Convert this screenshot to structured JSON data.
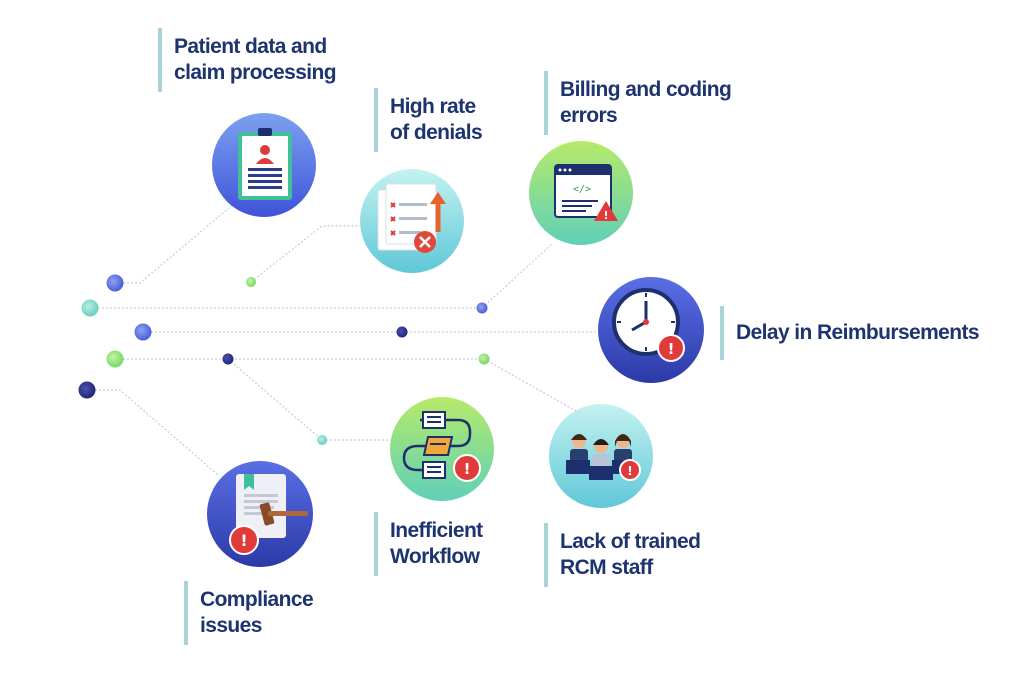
{
  "diagram": {
    "colors": {
      "primary_text": "#1e3470",
      "accent_bar": "#a8d4d8",
      "icon_blue_gradient": [
        "#3f53d8",
        "#7da0f0"
      ],
      "icon_green_gradient": [
        "#a8e063",
        "#5fd0b8"
      ],
      "dot_blue": "#5b72e0",
      "dot_green": "#8fe07a",
      "dot_navy": "#2a2f8f",
      "dot_teal": "#7fd6c8",
      "alert_red": "#e03a3a"
    },
    "items": [
      {
        "key": "patient",
        "icon": "patient-id-card-icon",
        "lines": [
          "Patient data and",
          "claim processing"
        ]
      },
      {
        "key": "denials",
        "icon": "denied-claim-document-icon",
        "lines": [
          "High rate",
          "of denials"
        ]
      },
      {
        "key": "billing",
        "icon": "code-window-warning-icon",
        "lines": [
          "Billing and coding",
          "errors"
        ]
      },
      {
        "key": "delay",
        "icon": "clock-alert-icon",
        "lines": [
          "Delay in Reimbursements"
        ]
      },
      {
        "key": "staff",
        "icon": "staff-team-alert-icon",
        "lines": [
          "Lack of trained",
          "RCM staff"
        ]
      },
      {
        "key": "workflow",
        "icon": "workflow-alert-icon",
        "lines": [
          "Inefficient",
          "Workflow"
        ]
      },
      {
        "key": "compliance",
        "icon": "gavel-document-alert-icon",
        "lines": [
          "Compliance",
          "issues"
        ]
      }
    ]
  }
}
